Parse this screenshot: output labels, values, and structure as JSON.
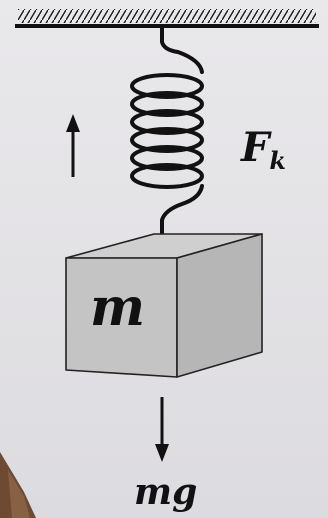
{
  "diagram": {
    "mass_label": "m",
    "force_label": {
      "symbol": "F",
      "subscript": "k"
    },
    "weight_label": "mg"
  }
}
